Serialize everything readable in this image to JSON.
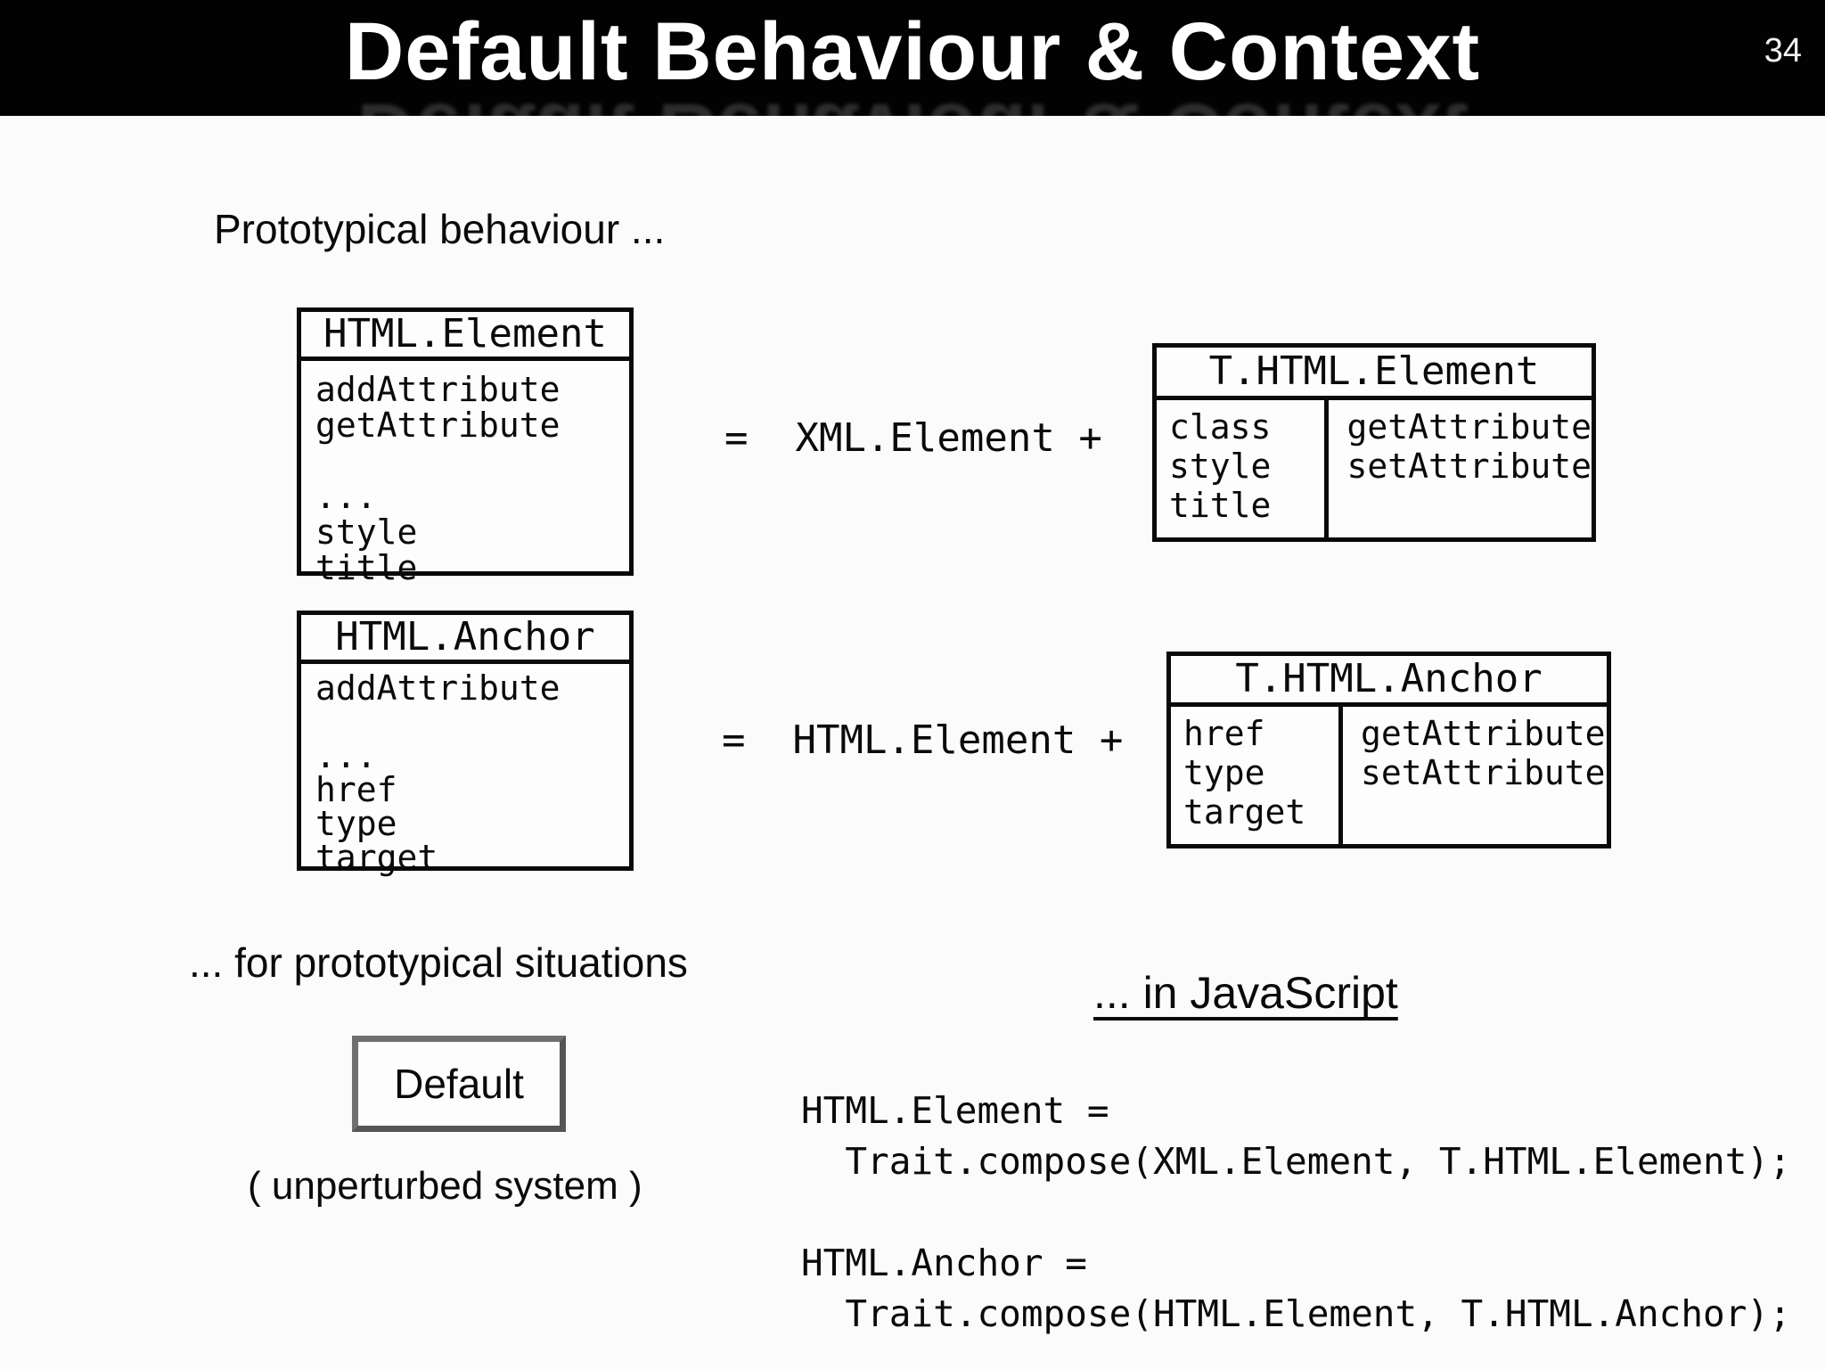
{
  "header": {
    "title": "Default Behaviour & Context",
    "slide_number": "34"
  },
  "labels": {
    "prototypical": "Prototypical behaviour ...",
    "situations": "... for prototypical situations",
    "default_box": "Default",
    "unperturbed": "( unperturbed system )",
    "in_javascript": "... in JavaScript"
  },
  "colors": {
    "header_bg": "#020202",
    "header_text": "#ffffff",
    "body_text": "#0a0a0a",
    "default_box_border": "#666666",
    "background": "#fbfbfb"
  },
  "diagram": {
    "html_element": {
      "title": "HTML.Element",
      "members": [
        "addAttribute",
        "getAttribute",
        "",
        "...",
        "style",
        "title"
      ]
    },
    "equation1": "=  XML.Element +",
    "t_html_element": {
      "title": "T.HTML.Element",
      "left": [
        "class",
        "style",
        "title"
      ],
      "right": [
        "getAttribute",
        "setAttribute"
      ]
    },
    "html_anchor": {
      "title": "HTML.Anchor",
      "members": [
        "addAttribute",
        "",
        "...",
        "href",
        "type",
        "target"
      ]
    },
    "equation2": "=  HTML.Element +",
    "t_html_anchor": {
      "title": "T.HTML.Anchor",
      "left": [
        "href",
        "type",
        "target"
      ],
      "right": [
        "getAttribute",
        "setAttribute"
      ]
    }
  },
  "code": {
    "lines": [
      "HTML.Element =",
      "  Trait.compose(XML.Element, T.HTML.Element);",
      "",
      "HTML.Anchor =",
      "  Trait.compose(HTML.Element, T.HTML.Anchor);"
    ]
  }
}
